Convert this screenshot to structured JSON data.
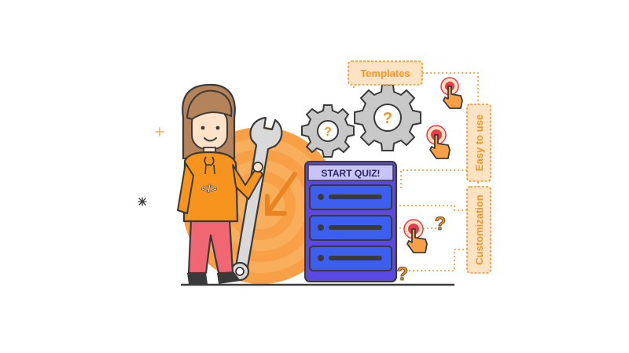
{
  "illustration": {
    "quiz_header": "START QUIZ!",
    "labels": {
      "templates": "Templates",
      "easy_to_use": "Easy to use",
      "customization": "Customization"
    },
    "gear_symbol": "?",
    "code_symbol": "</>",
    "question_mark": "?"
  },
  "colors": {
    "orange": "#f7941d",
    "light_orange": "#fde3c4",
    "outline": "#3a3a3a",
    "quiz_blue": "#3d4fe0",
    "quiz_purple": "#6a4ce8",
    "gear_gray": "#c8c8c8",
    "pink_pants": "#f06673",
    "hair": "#b5835a",
    "hand_red": "#e83a4a"
  },
  "icons": [
    "gear-icon",
    "wrench-icon",
    "pointing-hand-icon",
    "question-mark-icon",
    "sparkle-icon",
    "arrow-icon"
  ]
}
